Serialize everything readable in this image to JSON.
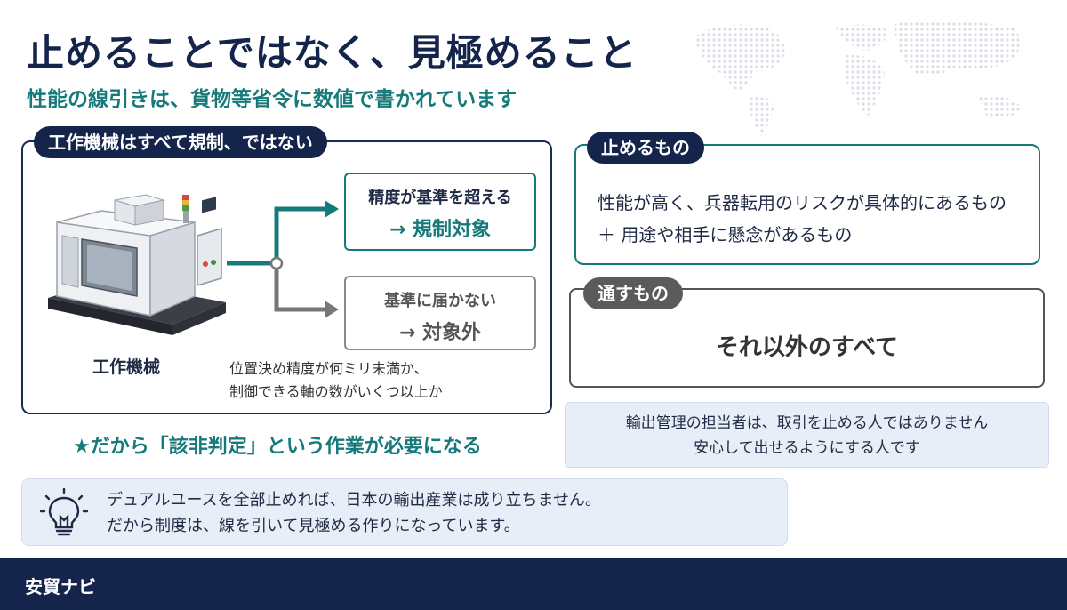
{
  "header": {
    "title": "止めることではなく、見極めること",
    "subtitle": "性能の線引きは、貨物等省令に数値で書かれています"
  },
  "left_panel": {
    "pill": "工作機械はすべて規制、ではない",
    "machine_label": "工作機械",
    "regulated": {
      "line1": "精度が基準を超える",
      "line2": "→ 規制対象"
    },
    "not_regulated": {
      "line1": "基準に届かない",
      "line2": "→ 対象外"
    },
    "note": [
      "位置決め精度が何ミリ未満か、",
      "制御できる軸の数がいくつ以上か"
    ],
    "machine_icon": "machine-tool-illustration",
    "branch_icon": "branch-arrow-icon"
  },
  "star_line": "★だから「該非判定」という作業が必要になる",
  "bulb": {
    "icon": "lightbulb-icon",
    "lines": [
      "デュアルユースを全部止めれば、日本の輸出産業は成り立ちません。",
      "だから制度は、線を引いて見極める作りになっています。"
    ]
  },
  "stop": {
    "pill": "止めるもの",
    "lines": [
      "性能が高く、兵器転用のリスクが具体的にあるもの",
      "＋ 用途や相手に懸念があるもの"
    ]
  },
  "pass": {
    "pill": "通すもの",
    "text": "それ以外のすべて"
  },
  "officer": {
    "lines": [
      "輸出管理の担当者は、取引を止める人ではありません",
      "安心して出せるようにする人です"
    ]
  },
  "footer": {
    "brand": "安貿ナビ"
  },
  "colors": {
    "navy": "#14244a",
    "teal": "#177a7a",
    "gray": "#5b5b5b",
    "light_blue": "#e8eef8"
  }
}
